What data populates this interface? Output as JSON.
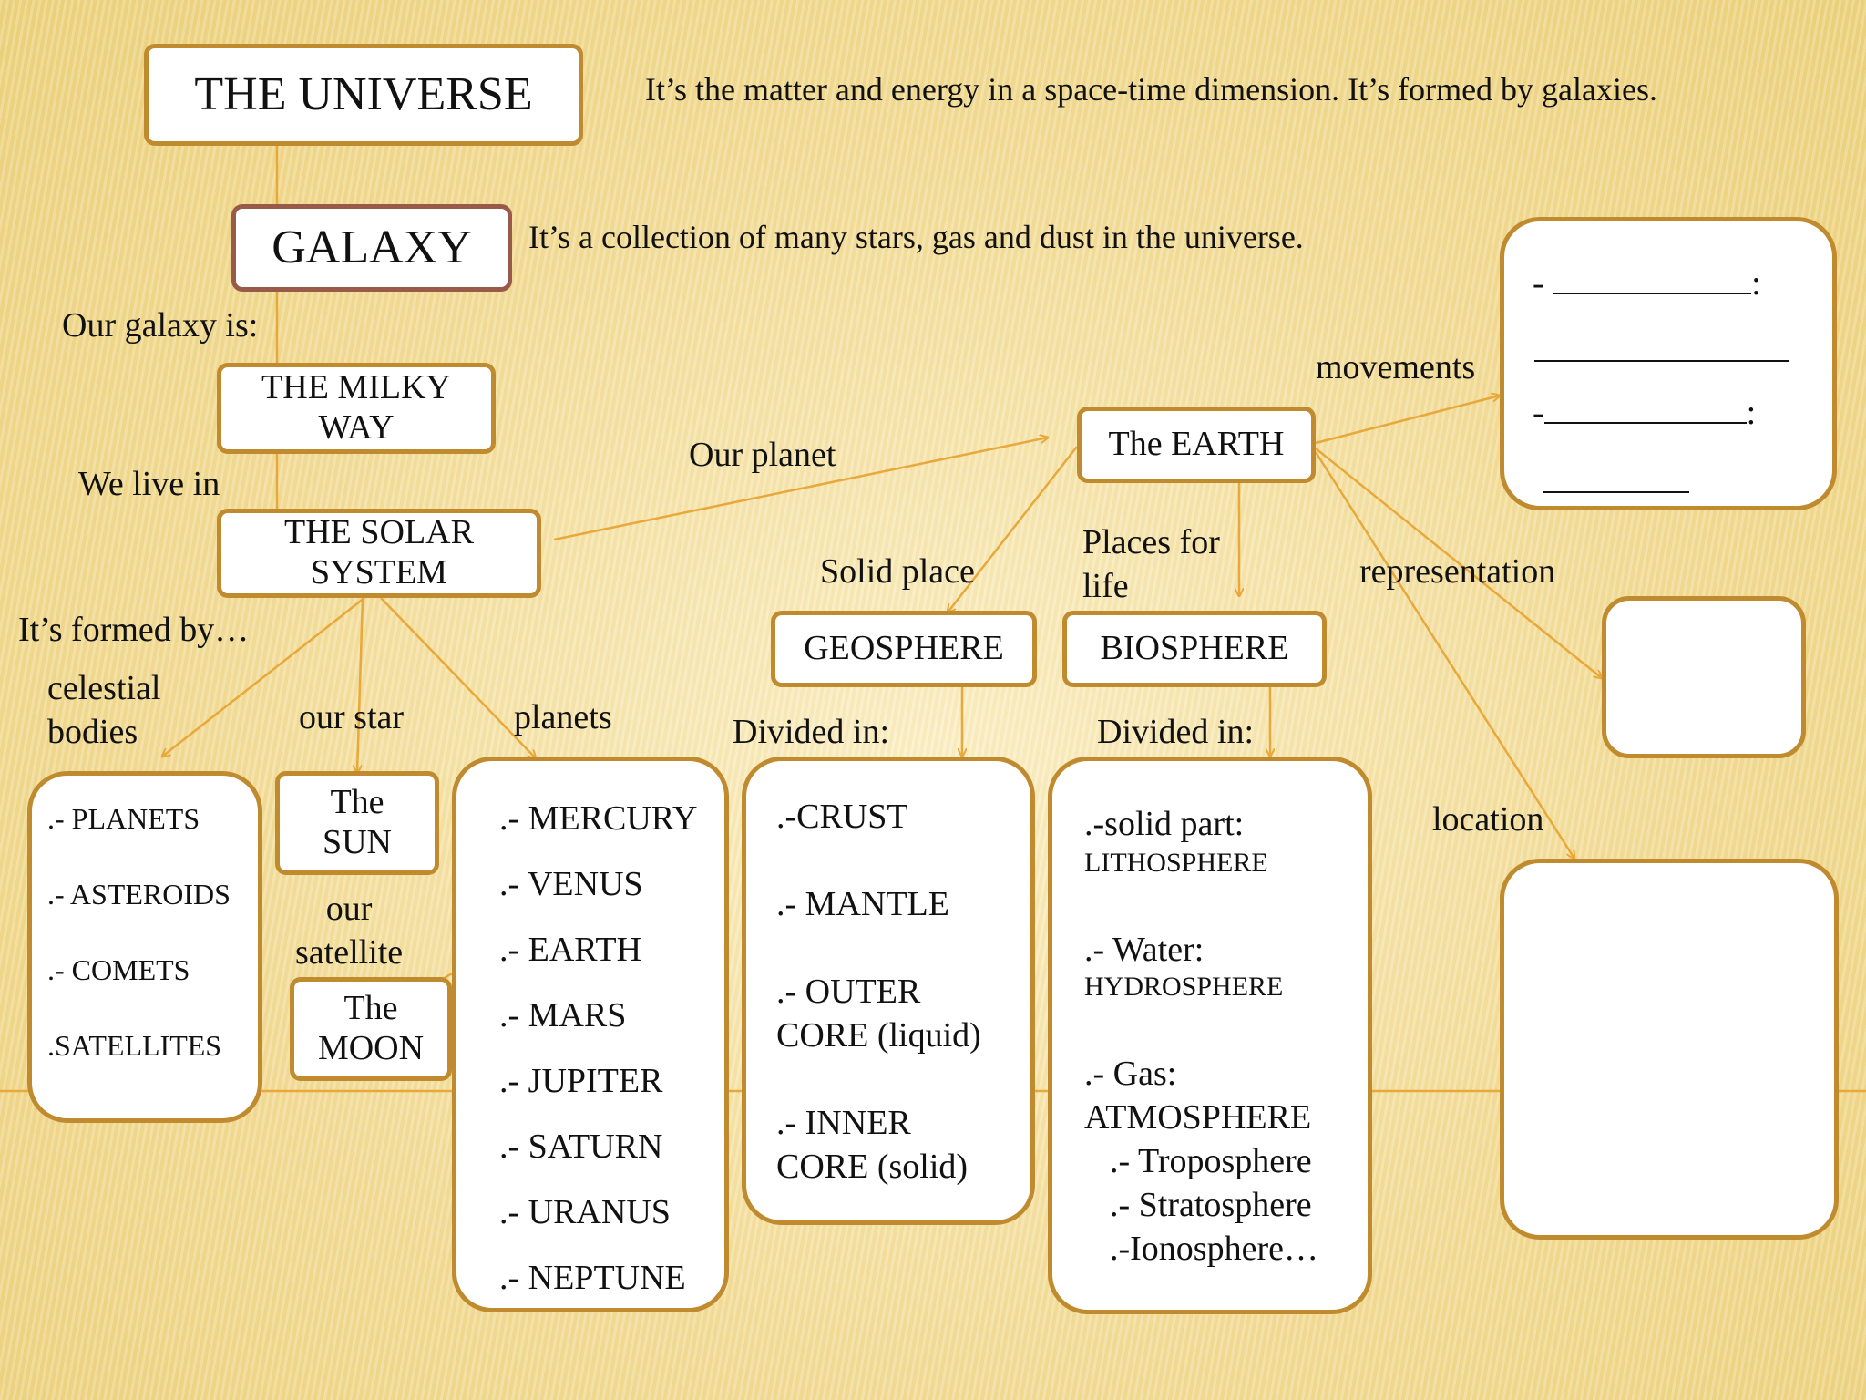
{
  "universe": {
    "title": "THE UNIVERSE",
    "description": "It’s the matter and energy in a space-time dimension. It’s formed by galaxies."
  },
  "galaxy": {
    "title": "GALAXY",
    "description": "It’s a collection of many stars,  gas and dust in the universe.",
    "our_label": "Our  galaxy is:"
  },
  "milky_way": {
    "line1": "THE MILKY",
    "line2": "WAY",
    "we_live_in": "We live in"
  },
  "solar_system": {
    "line1": "THE SOLAR",
    "line2": "SYSTEM",
    "formed_by": "It’s formed by…"
  },
  "celestial_bodies": {
    "label_line1": "celestial",
    "label_line2": "bodies",
    "items": [
      ".- PLANETS",
      ".- ASTEROIDS",
      ".- COMETS",
      ".SATELLITES"
    ]
  },
  "sun": {
    "label": "our star",
    "line1": "The",
    "line2": "SUN"
  },
  "moon": {
    "label_line1": "our",
    "label_line2": "satellite",
    "line1": "The",
    "line2": "MOON"
  },
  "planets": {
    "label": "planets",
    "items": [
      ".- MERCURY",
      ".- VENUS",
      ".- EARTH",
      ".- MARS",
      ".- JUPITER",
      ".- SATURN",
      ".- URANUS",
      ".- NEPTUNE"
    ]
  },
  "earth": {
    "title": "The EARTH",
    "our_planet": "Our planet"
  },
  "geosphere": {
    "label": "Solid  place",
    "title": "GEOSPHERE",
    "divided": "Divided in:",
    "items": [
      ".-CRUST",
      ".- MANTLE",
      ".- OUTER",
      "CORE  (liquid)",
      ".- INNER",
      "CORE (solid)"
    ]
  },
  "biosphere": {
    "label_line1": "Places for",
    "label_line2": "life",
    "title": "BIOSPHERE",
    "divided": "Divided in:",
    "items": [
      ".-solid part:",
      "LITHOSPHERE",
      ".- Water:",
      "HYDROSPHERE",
      ".- Gas:",
      "ATMOSPHERE",
      ".- Troposphere",
      ".- Stratosphere",
      ".-Ionosphere…"
    ]
  },
  "movements": {
    "label": "movements",
    "line1_prefix": "- ",
    "line1_suffix": ":",
    "line3_prefix": "-",
    "line3_suffix": ":"
  },
  "representation": {
    "label": "representation"
  },
  "location": {
    "label": "location"
  },
  "colors": {
    "box_border": "#c08a2e",
    "galaxy_border": "#9a5a4a",
    "arrow": "#e8a83a"
  }
}
